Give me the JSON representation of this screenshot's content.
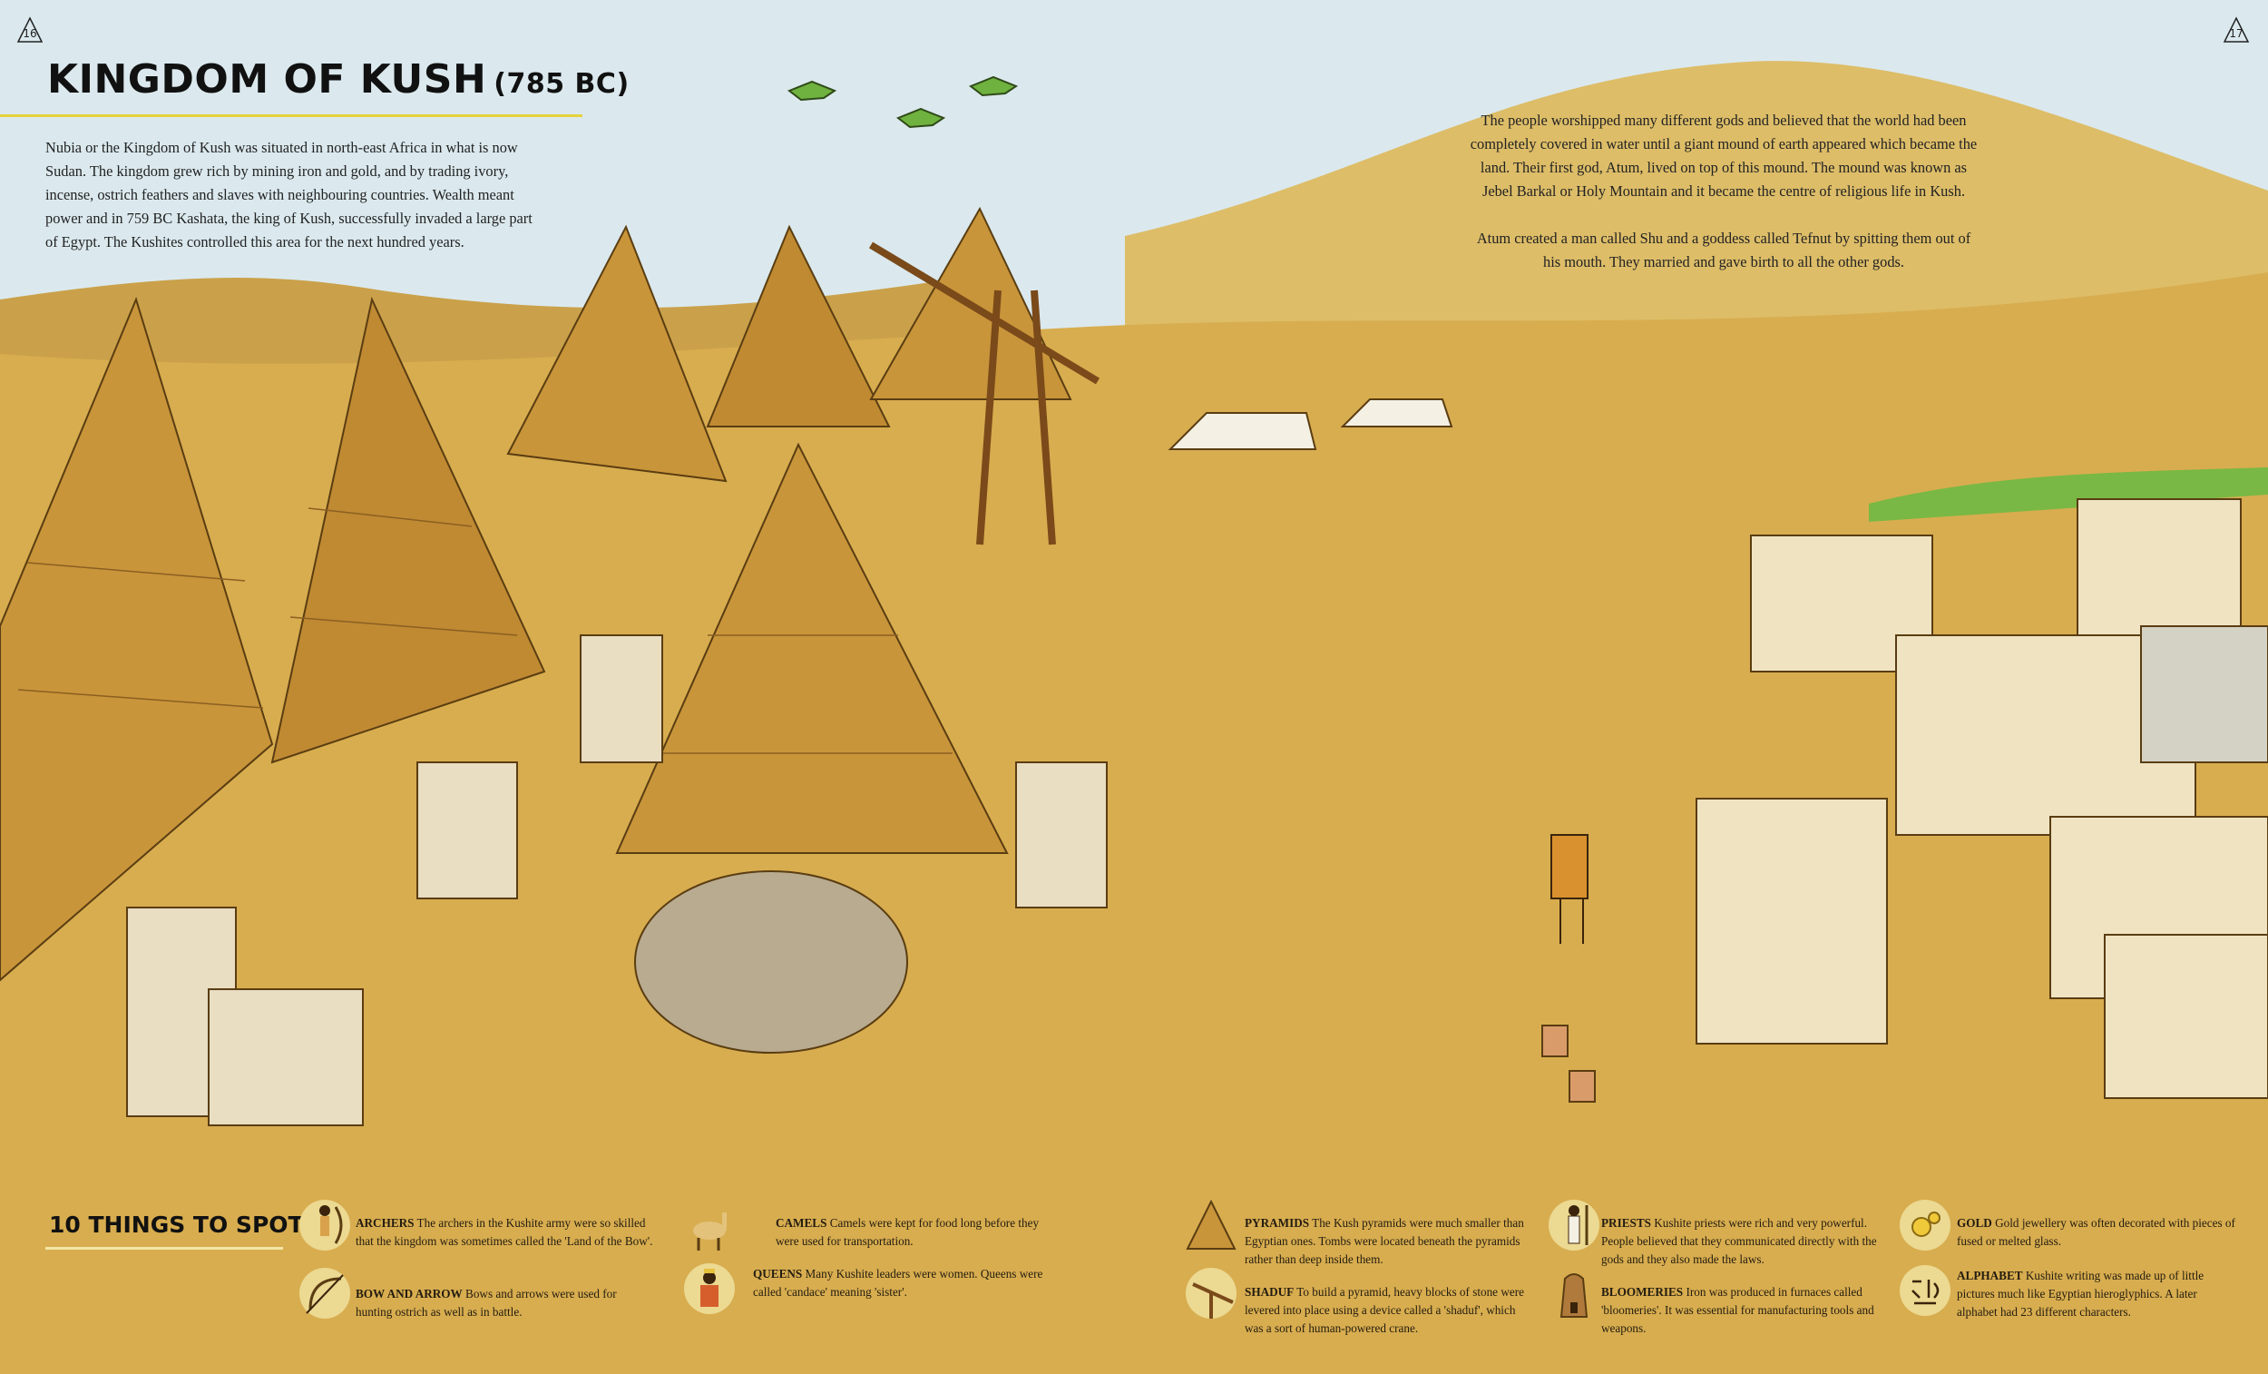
{
  "page_numbers": {
    "left": "16",
    "right": "17"
  },
  "title": {
    "main": "KINGDOM OF KUSH",
    "sub": "(785 BC)"
  },
  "intro": "Nubia or the Kingdom of Kush was situated in north-east Africa in what is now Sudan. The kingdom grew rich by mining iron and gold, and by trading ivory, incense, ostrich feathers and slaves with neighbouring countries. Wealth meant power and in 759 BC Kashata, the king of Kush, successfully invaded a large part of Egypt. The Kushites controlled this area for the next hundred years.",
  "beliefs": [
    "The people worshipped many different gods and believed that the world had been completely covered in water until a giant mound of earth appeared which became the land. Their first god, Atum, lived on top of this mound. The mound was known as Jebel Barkal or Holy Mountain and it became the centre of religious life in Kush.",
    "Atum created a man called Shu and a goddess called Tefnut by spitting them out of his mouth. They married and gave birth to all the other gods."
  ],
  "things_to_spot": {
    "heading": "10 THINGS TO SPOT",
    "items": [
      {
        "label": "ARCHERS",
        "text": "The archers in the Kushite army were so skilled that the kingdom was sometimes called the 'Land of the Bow'.",
        "icon": "archer-icon"
      },
      {
        "label": "BOW AND ARROW",
        "text": "Bows and arrows were used for hunting ostrich as well as in battle.",
        "icon": "bow-and-arrow-icon"
      },
      {
        "label": "CAMELS",
        "text": "Camels were kept for food long before they were used for transportation.",
        "icon": "camel-icon"
      },
      {
        "label": "QUEENS",
        "text": "Many Kushite leaders were women. Queens were called 'candace' meaning 'sister'.",
        "icon": "queen-icon"
      },
      {
        "label": "PYRAMIDS",
        "text": "The Kush pyramids were much smaller than Egyptian ones. Tombs were located beneath the pyramids rather than deep inside them.",
        "icon": "pyramid-icon"
      },
      {
        "label": "SHADUF",
        "text": "To build a pyramid, heavy blocks of stone were levered into place using a device called a 'shaduf', which was a sort of human-powered crane.",
        "icon": "shaduf-icon"
      },
      {
        "label": "PRIESTS",
        "text": "Kushite priests were rich and very powerful. People believed that they communicated directly with the gods and they also made the laws.",
        "icon": "priest-icon"
      },
      {
        "label": "BLOOMERIES",
        "text": "Iron was produced in furnaces called 'bloomeries'. It was essential for manufacturing tools and weapons.",
        "icon": "bloomery-icon"
      },
      {
        "label": "GOLD",
        "text": "Gold jewellery was often decorated with pieces of fused or melted glass.",
        "icon": "gold-icon"
      },
      {
        "label": "ALPHABET",
        "text": "Kushite writing was made up of little pictures much like Egyptian hieroglyphics. A later alphabet had 23 different characters.",
        "icon": "alphabet-icon"
      }
    ]
  },
  "colors": {
    "sky": "#dbe9ee",
    "sand": "#d8ad4f",
    "pyramid": "#c9953a",
    "building": "#efe3c2",
    "title_rule": "#e7d23a"
  }
}
